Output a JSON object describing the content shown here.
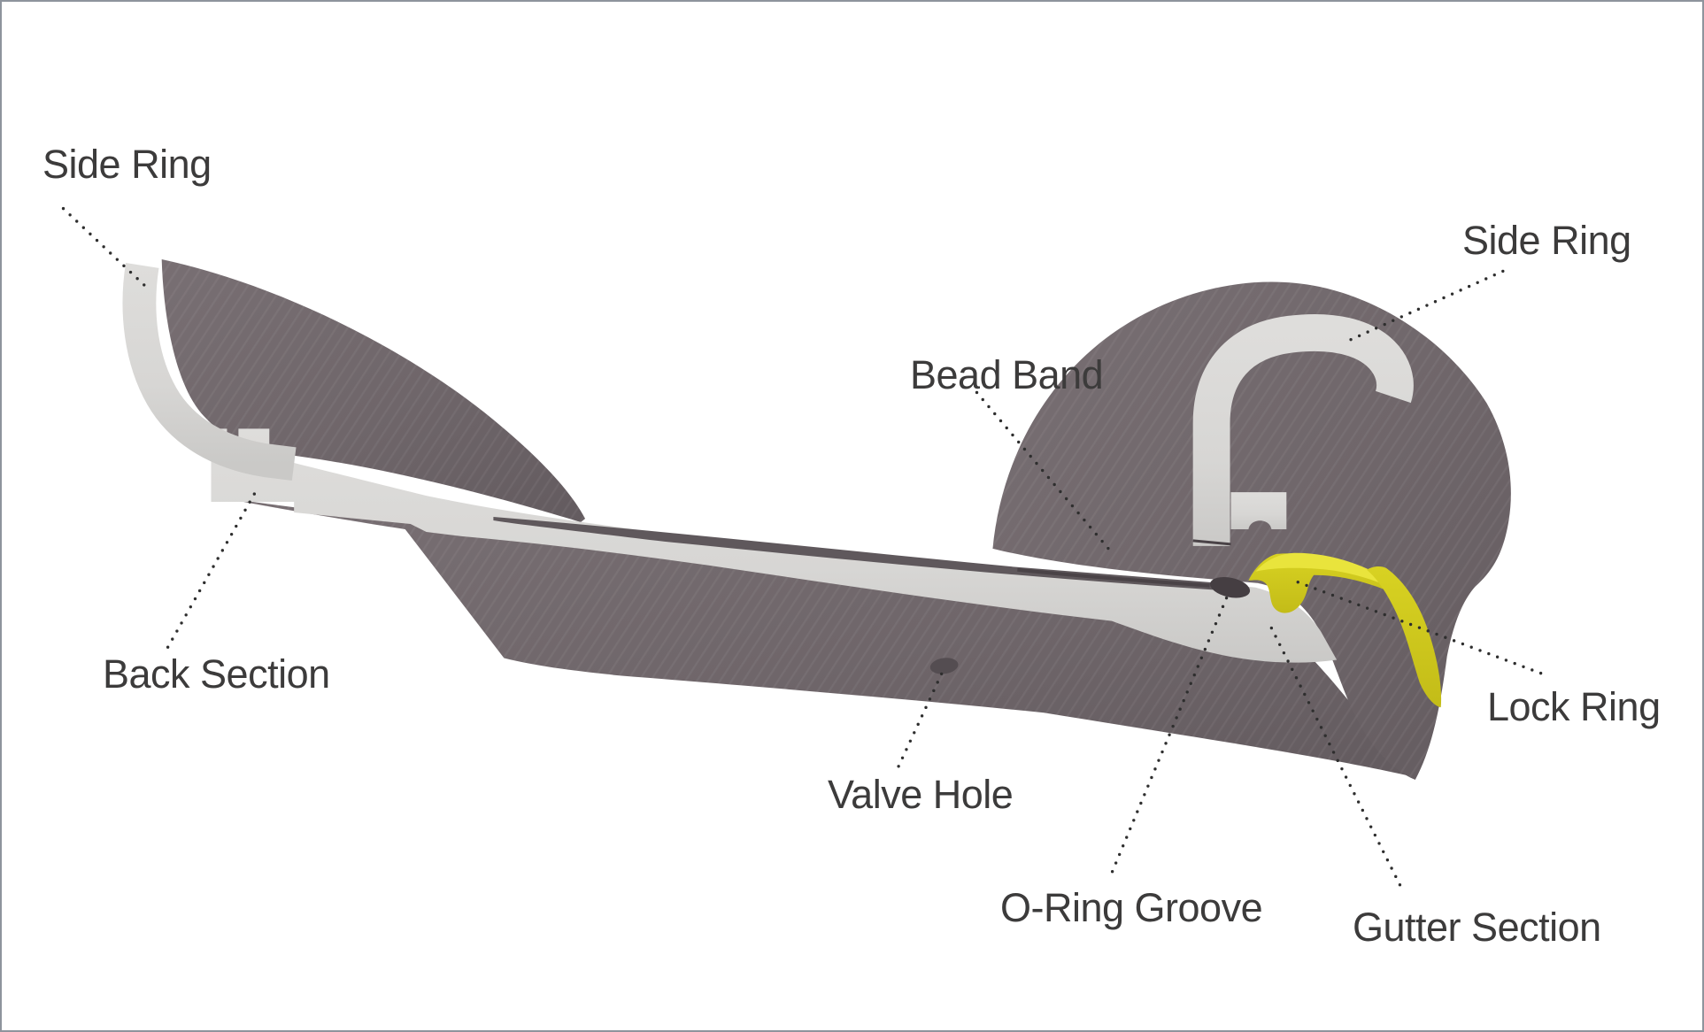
{
  "diagram": {
    "labels": {
      "side_ring_left": "Side Ring",
      "side_ring_right": "Side Ring",
      "bead_band": "Bead Band",
      "back_section": "Back Section",
      "valve_hole": "Valve Hole",
      "o_ring_groove": "O-Ring Groove",
      "gutter_section": "Gutter Section",
      "lock_ring": "Lock Ring"
    },
    "colors": {
      "background": "#ffffff",
      "frame_border": "#8e949d",
      "metal_light": "#d9d8d6",
      "metal_shadow": "#cbcac8",
      "rubber_dark": "#6f666a",
      "rubber_darker": "#645c60",
      "lock_ring_yellow": "#d2cb1e",
      "lock_ring_yellow_bright": "#e9e43c",
      "seam_dark": "#453e42",
      "label_text": "#3c3b3b",
      "leader_dot": "#2e2e2e"
    }
  }
}
